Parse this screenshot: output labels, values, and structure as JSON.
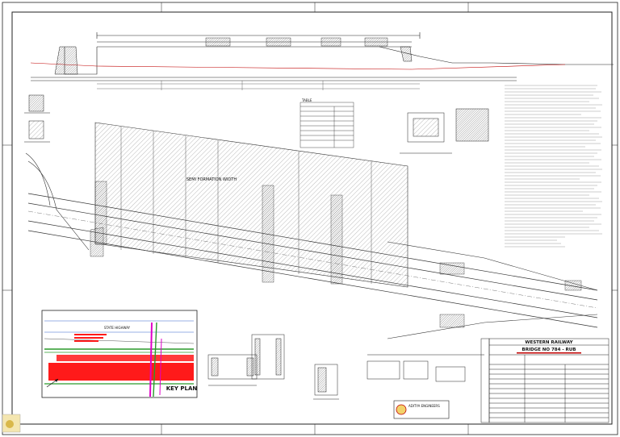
{
  "layout_labels": {
    "formation_width": "SEMI FORMATION WIDTH",
    "key_plan": "KEY PLAN",
    "state_highway": "STATE HIGHWAY",
    "table_title": "TABLE"
  },
  "title_block": {
    "railway": "WESTERN RAILWAY",
    "bridge": "BRIDGE NO 784 - RUB",
    "company": "ADITYA ENGINEERS"
  },
  "colors": {
    "line": "#222222",
    "accent_red": "#c00000",
    "key_red": "#ff1a1a",
    "key_green": "#2a9a2a",
    "key_magenta": "#e000c8",
    "key_blue": "#3366cc"
  }
}
